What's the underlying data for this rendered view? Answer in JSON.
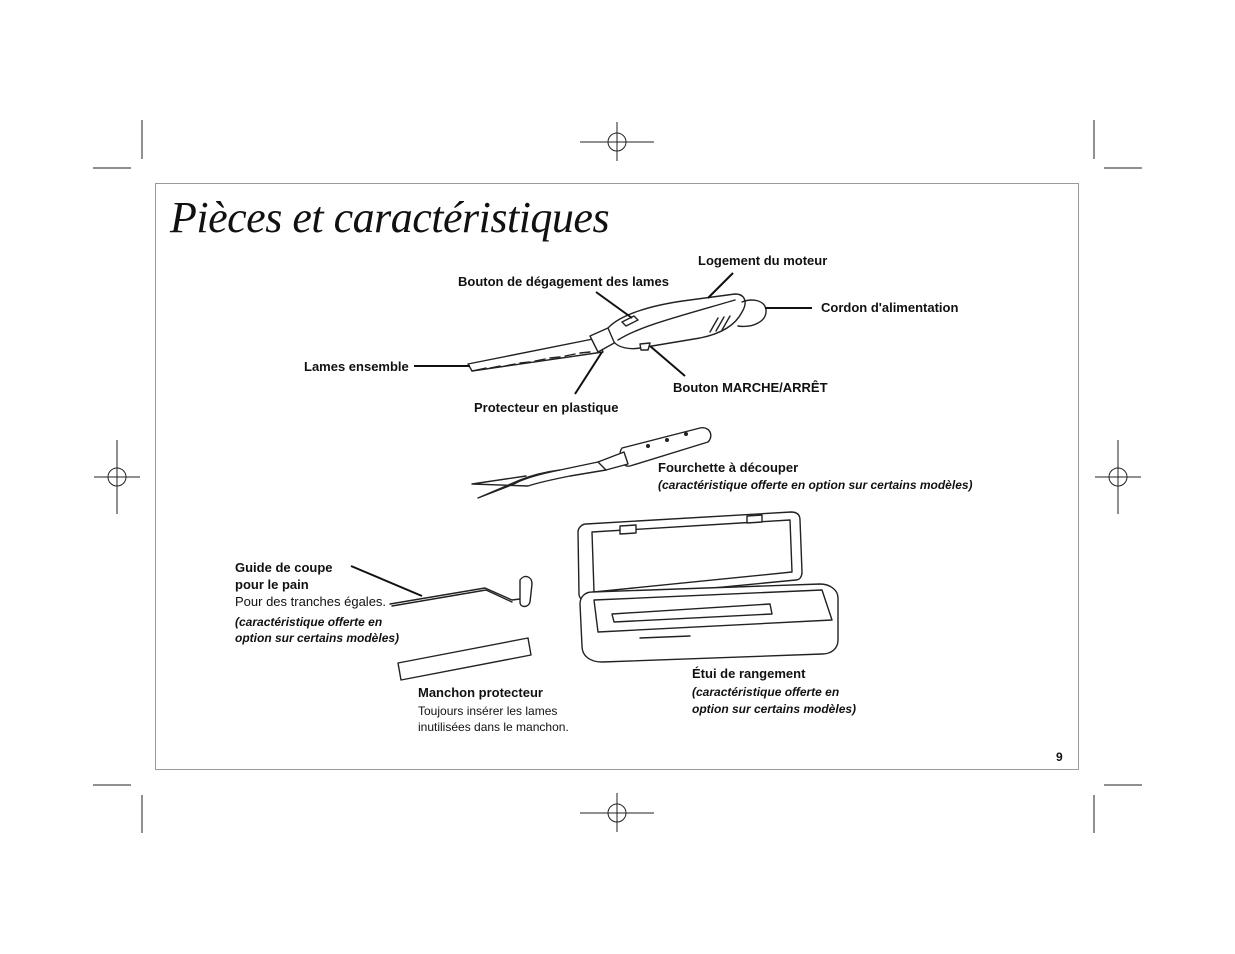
{
  "page": {
    "title": "Pièces et caractéristiques",
    "page_number": "9"
  },
  "labels": {
    "motor_housing": "Logement du moteur",
    "blade_release": "Bouton de dégagement des lames",
    "power_cord": "Cordon d'alimentation",
    "blades": "Lames ensemble",
    "on_off": "Bouton MARCHE/ARRÊT",
    "plastic_guard": "Protecteur en plastique",
    "fork": "Fourchette à découper",
    "fork_note": "(caractéristique offerte en option sur certains modèles)",
    "bread_guide_line1": "Guide de coupe",
    "bread_guide_line2": "pour le pain",
    "bread_guide_desc": "Pour des tranches égales.",
    "bread_guide_note_line1": "(caractéristique offerte en",
    "bread_guide_note_line2": "option sur certains modèles)",
    "sleeve": "Manchon protecteur",
    "sleeve_desc_line1": "Toujours insérer les lames",
    "sleeve_desc_line2": "inutilisées dans le manchon.",
    "case": "Étui de rangement",
    "case_note_line1": "(caractéristique offerte en",
    "case_note_line2": "option sur certains modèles)"
  },
  "icons": [
    "registration-mark-icon",
    "crop-mark-icon",
    "electric-knife-icon",
    "carving-fork-icon",
    "bread-guide-icon",
    "blade-sleeve-icon",
    "storage-case-icon"
  ]
}
